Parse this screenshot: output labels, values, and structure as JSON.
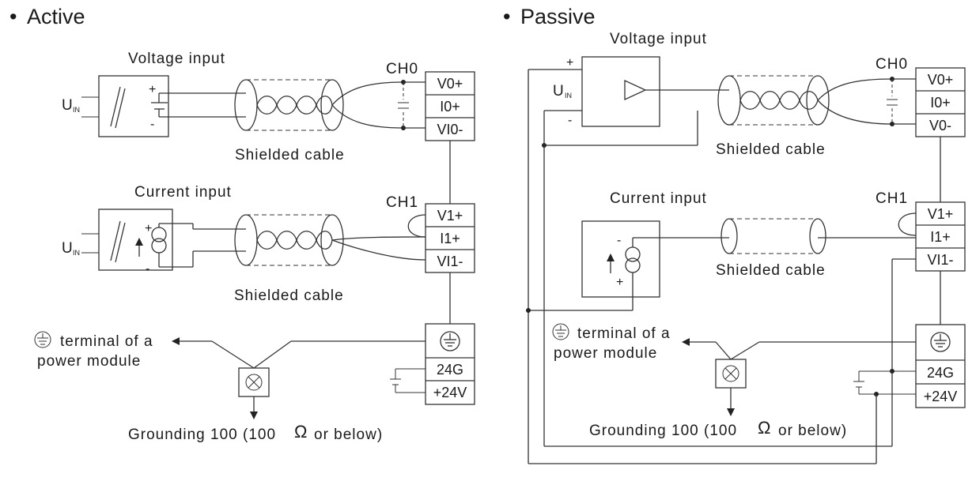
{
  "active": {
    "heading": "Active",
    "voltage_input": "Voltage input",
    "current_input": "Current input",
    "shielded_cable_1": "Shielded cable",
    "shielded_cable_2": "Shielded cable",
    "ch0": "CH0",
    "ch1": "CH1",
    "ch0_terminals": [
      "V0+",
      "I0+",
      "VI0-"
    ],
    "ch1_terminals": [
      "V1+",
      "I1+",
      "VI1-"
    ],
    "u_label": "U",
    "u_sub": "IN",
    "plus": "+",
    "minus": "-",
    "ground_terminal_line1": "terminal of a",
    "ground_terminal_line2": "power module",
    "power_terminals": [
      "24G",
      "+24V"
    ],
    "grounding": "Grounding 100 (100",
    "grounding_tail": "or below)",
    "omega": "Ω"
  },
  "passive": {
    "heading": "Passive",
    "voltage_input": "Voltage input",
    "current_input": "Current input",
    "shielded_cable_1": "Shielded cable",
    "shielded_cable_2": "Shielded cable",
    "ch0": "CH0",
    "ch1": "CH1",
    "ch0_terminals": [
      "V0+",
      "I0+",
      "V0-"
    ],
    "ch1_terminals": [
      "V1+",
      "I1+",
      "VI1-"
    ],
    "u_label": "U",
    "u_sub": "IN",
    "plus": "+",
    "minus": "-",
    "ground_terminal_line1": "terminal of a",
    "ground_terminal_line2": "power module",
    "power_terminals": [
      "24G",
      "+24V"
    ],
    "grounding": "Grounding 100 (100",
    "grounding_tail": "or below)",
    "omega": "Ω"
  },
  "bullet": "•"
}
